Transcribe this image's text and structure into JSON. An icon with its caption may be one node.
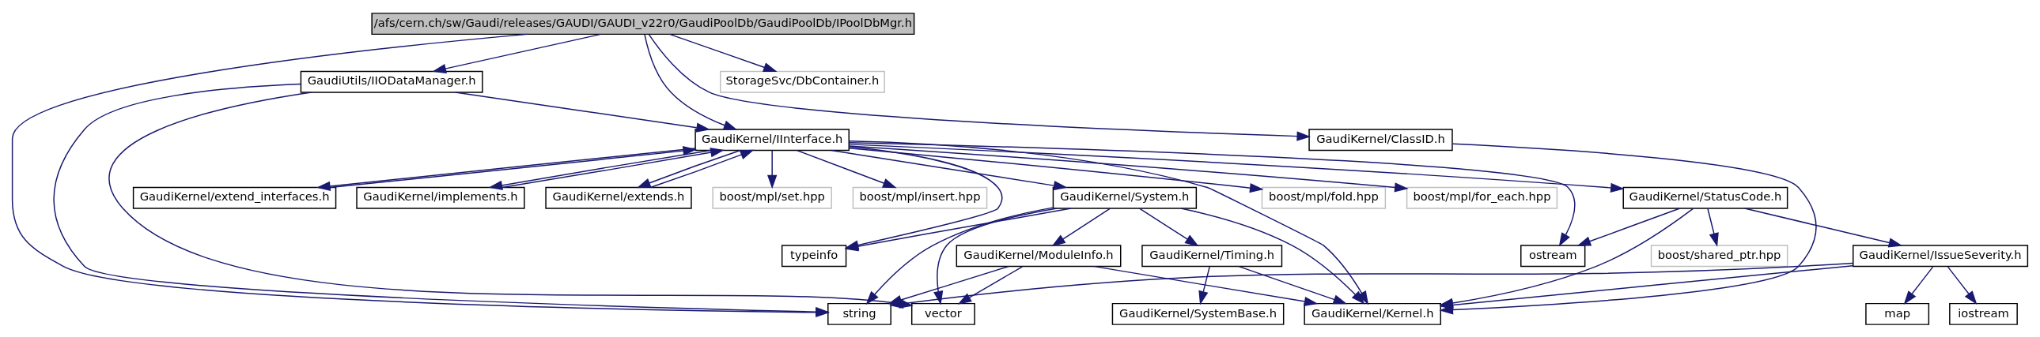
{
  "diagram": {
    "nodes": [
      {
        "text": [
          "/afs/cern.ch/sw/Gaudi/releases/GAUDI/GAUDI_v22r0/GaudiPoolDb/GaudiPoolDb/IPoolDbMgr.h"
        ]
      },
      {
        "text": [
          "GaudiKernel/ClassID.h"
        ]
      },
      {
        "text": [
          "GaudiKernel/IInterface.h"
        ]
      },
      {
        "text": [
          "GaudiUtils/IIODataManager.h"
        ]
      },
      {
        "text": [
          "StorageSvc/DbContainer.h"
        ]
      },
      {
        "text": [
          "GaudiKernel/StatusCode.h"
        ]
      },
      {
        "text": [
          "boost/mpl/set.hpp"
        ]
      },
      {
        "text": [
          "boost/mpl/insert.hpp"
        ]
      },
      {
        "text": [
          "boost/mpl/fold.hpp"
        ]
      },
      {
        "text": [
          "boost/mpl/for_each.hpp"
        ]
      },
      {
        "text": [
          "GaudiKernel/extend_interfaces.h"
        ]
      },
      {
        "text": [
          "GaudiKernel/implements.h"
        ]
      },
      {
        "text": [
          "GaudiKernel/extends.h"
        ]
      },
      {
        "text": [
          "GaudiKernel/System.h"
        ]
      },
      {
        "text": [
          "typeinfo"
        ]
      },
      {
        "text": [
          "GaudiKernel/IssueSeverity.h"
        ]
      },
      {
        "text": [
          "boost/shared_ptr.hpp"
        ]
      },
      {
        "text": [
          "ostream"
        ]
      },
      {
        "text": [
          "GaudiKernel/Timing.h"
        ]
      },
      {
        "text": [
          "GaudiKernel/ModuleInfo.h"
        ]
      },
      {
        "text": [
          "map"
        ]
      },
      {
        "text": [
          "iostream"
        ]
      },
      {
        "text": [
          "GaudiKernel/Kernel.h"
        ]
      },
      {
        "text": [
          "string"
        ]
      },
      {
        "text": [
          "vector"
        ]
      },
      {
        "text": [
          "GaudiKernel/SystemBase.h"
        ]
      }
    ],
    "edges": [
      {
        "from": 0,
        "to": 1,
        "arrow": "to"
      },
      {
        "from": 0,
        "to": 2,
        "arrow": "to"
      },
      {
        "from": 0,
        "to": 3,
        "arrow": "to"
      },
      {
        "from": 0,
        "to": 4,
        "arrow": "to"
      },
      {
        "from": 0,
        "to": 23,
        "arrow": "to"
      },
      {
        "from": 1,
        "to": 22,
        "arrow": "to"
      },
      {
        "from": 3,
        "to": 2,
        "arrow": "to"
      },
      {
        "from": 3,
        "to": 23,
        "arrow": "to"
      },
      {
        "from": 3,
        "to": 24,
        "arrow": "to"
      },
      {
        "from": 2,
        "to": 22,
        "arrow": "to"
      },
      {
        "from": 2,
        "to": 5,
        "arrow": "to"
      },
      {
        "from": 2,
        "to": 6,
        "arrow": "to"
      },
      {
        "from": 2,
        "to": 7,
        "arrow": "to"
      },
      {
        "from": 2,
        "to": 8,
        "arrow": "to"
      },
      {
        "from": 2,
        "to": 9,
        "arrow": "to"
      },
      {
        "from": 2,
        "to": 10,
        "arrow": "to"
      },
      {
        "from": 10,
        "to": 2,
        "arrow": "to"
      },
      {
        "from": 2,
        "to": 11,
        "arrow": "to"
      },
      {
        "from": 11,
        "to": 2,
        "arrow": "to"
      },
      {
        "from": 2,
        "to": 12,
        "arrow": "to"
      },
      {
        "from": 12,
        "to": 2,
        "arrow": "to"
      },
      {
        "from": 2,
        "to": 13,
        "arrow": "to"
      },
      {
        "from": 2,
        "to": 14,
        "arrow": "to"
      },
      {
        "from": 2,
        "to": 17,
        "arrow": "to"
      },
      {
        "from": 5,
        "to": 15,
        "arrow": "to"
      },
      {
        "from": 5,
        "to": 16,
        "arrow": "to"
      },
      {
        "from": 5,
        "to": 17,
        "arrow": "to"
      },
      {
        "from": 5,
        "to": 22,
        "arrow": "to"
      },
      {
        "from": 15,
        "to": 20,
        "arrow": "to"
      },
      {
        "from": 15,
        "to": 21,
        "arrow": "to"
      },
      {
        "from": 15,
        "to": 22,
        "arrow": "to"
      },
      {
        "from": 15,
        "to": 23,
        "arrow": "to"
      },
      {
        "from": 13,
        "to": 22,
        "arrow": "to"
      },
      {
        "from": 13,
        "to": 18,
        "arrow": "to"
      },
      {
        "from": 13,
        "to": 19,
        "arrow": "to"
      },
      {
        "from": 13,
        "to": 23,
        "arrow": "to"
      },
      {
        "from": 13,
        "to": 24,
        "arrow": "to"
      },
      {
        "from": 13,
        "to": 14,
        "arrow": "to"
      },
      {
        "from": 18,
        "to": 22,
        "arrow": "to"
      },
      {
        "from": 18,
        "to": 25,
        "arrow": "to"
      },
      {
        "from": 19,
        "to": 22,
        "arrow": "to"
      },
      {
        "from": 19,
        "to": 23,
        "arrow": "to"
      },
      {
        "from": 19,
        "to": 24,
        "arrow": "to"
      }
    ]
  }
}
